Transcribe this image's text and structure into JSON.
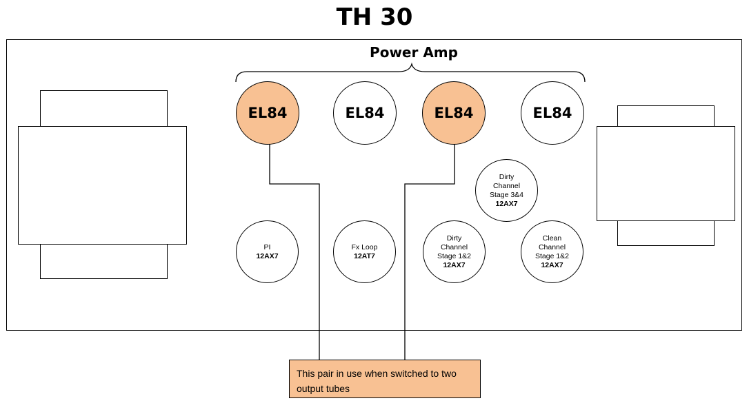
{
  "title": "TH 30",
  "section_label": "Power Amp",
  "power_tubes": [
    {
      "label": "EL84",
      "highlighted": true
    },
    {
      "label": "EL84",
      "highlighted": false
    },
    {
      "label": "EL84",
      "highlighted": true
    },
    {
      "label": "EL84",
      "highlighted": false
    }
  ],
  "preamp_tubes": [
    {
      "label": "PI",
      "type": "12AX7"
    },
    {
      "label": "Fx Loop",
      "type": "12AT7"
    },
    {
      "label": "Dirty Channel Stage 1&2",
      "type": "12AX7"
    },
    {
      "label": "Clean Channel Stage 1&2",
      "type": "12AX7"
    },
    {
      "label": "Dirty Channel Stage 3&4",
      "type": "12AX7"
    }
  ],
  "note": "This pair in use when switched to two output tubes",
  "colors": {
    "highlight": "#f8c193",
    "line": "#000000"
  }
}
